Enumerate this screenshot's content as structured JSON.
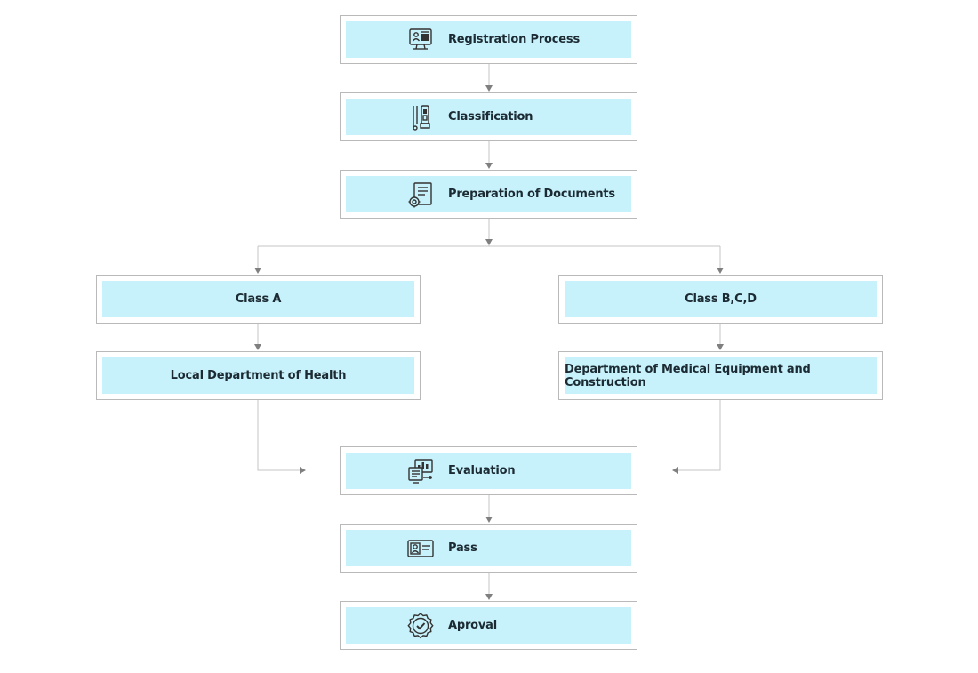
{
  "colors": {
    "box_fill": "#c8f2fb",
    "box_border": "#b9b9b9",
    "connector": "#c4c4c4",
    "arrowhead": "#7f7f7f",
    "text": "#1c2b33"
  },
  "nodes": {
    "registration": {
      "label": "Registration Process",
      "icon": "computer-user-icon"
    },
    "classification": {
      "label": "Classification",
      "icon": "test-tubes-icon"
    },
    "documents": {
      "label": "Preparation of Documents",
      "icon": "document-gear-icon"
    },
    "class_a": {
      "label": "Class A"
    },
    "class_bcd": {
      "label": "Class B,C,D"
    },
    "local_health": {
      "label": "Local Department of Health"
    },
    "medical_equipment": {
      "label": "Department of Medical Equipment and Construction"
    },
    "evaluation": {
      "label": "Evaluation",
      "icon": "monitor-chart-icon"
    },
    "pass": {
      "label": "Pass",
      "icon": "id-card-icon"
    },
    "approval": {
      "label": "Aproval",
      "icon": "approval-badge-icon"
    }
  }
}
